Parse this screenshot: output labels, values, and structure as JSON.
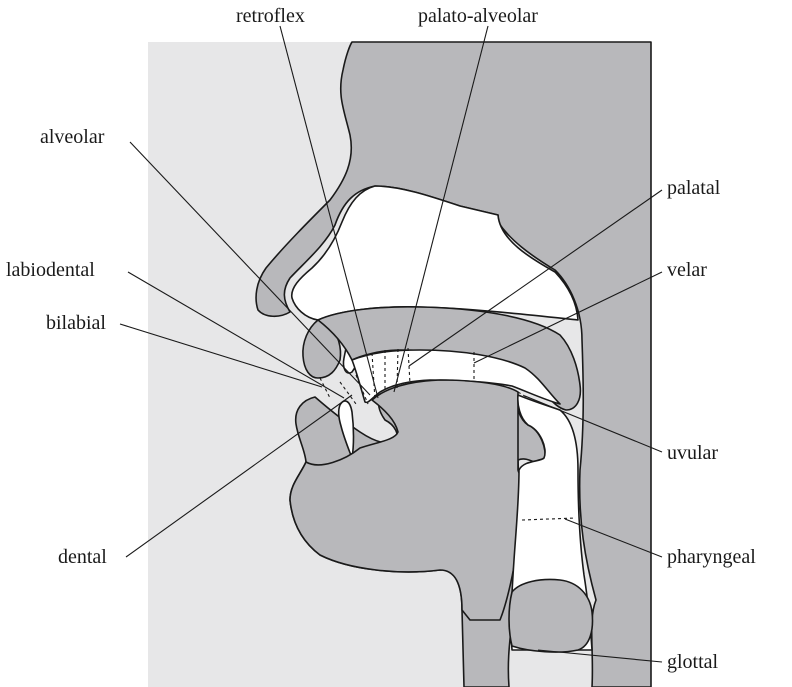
{
  "labels": {
    "retroflex": "retroflex",
    "palato_alveolar": "palato-alveolar",
    "alveolar": "alveolar",
    "palatal": "palatal",
    "labiodental": "labiodental",
    "velar": "velar",
    "bilabial": "bilabial",
    "uvular": "uvular",
    "dental": "dental",
    "pharyngeal": "pharyngeal",
    "glottal": "glottal"
  },
  "colors": {
    "background_panel": "#e7e7e8",
    "tissue": "#b8b8bb",
    "cavity": "#ffffff",
    "ink": "#1a1a1a"
  }
}
